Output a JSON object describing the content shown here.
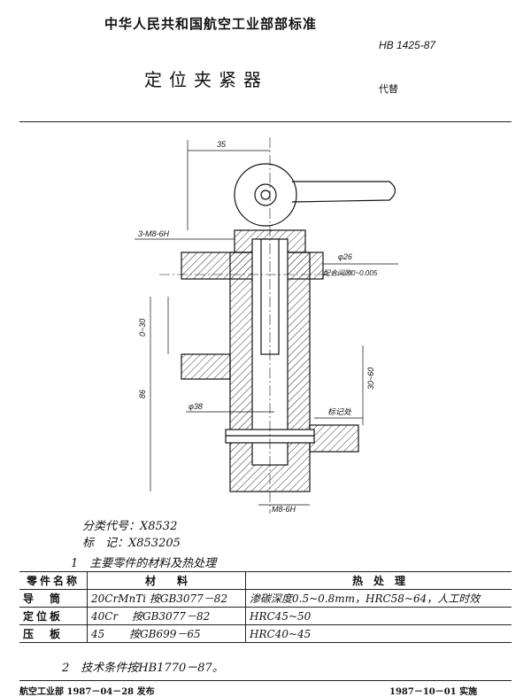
{
  "header": {
    "org": "中华人民共和国航空工业部部标准",
    "std_code": "HB 1425-87",
    "title": "定位夹紧器",
    "replace": "代替"
  },
  "drawing": {
    "dim_top": "35",
    "thread_top": "3-M8-6H",
    "dia_1": "φ26",
    "fit_note": "配合间隙0~0.005",
    "range_left": "0~30",
    "height_left": "86",
    "range_right": "30~60",
    "dia_2": "φ38",
    "callout": "标记处",
    "thread_bottom": "M8-6H"
  },
  "classification": {
    "code_line": "分类代号：X8532",
    "mark_line": "标　记：X853205"
  },
  "notes": {
    "n1": "1　主要零件的材料及热处理",
    "n2": "2　技术条件按HB1770－87。"
  },
  "materials": {
    "headers": [
      "零件名称",
      "材　　料",
      "热　处　理"
    ],
    "rows": [
      [
        "导　筒",
        "20CrMnTi 按GB3077－82",
        "渗碳深度0.5~0.8mm，HRC58~64，人工时效"
      ],
      [
        "定位板",
        "40Cr　 按GB3077－82",
        "HRC45~50"
      ],
      [
        "压　板",
        "45　　 按GB699－65",
        "HRC40~45"
      ]
    ]
  },
  "footer": {
    "issue": "航空工业部 1987－04－28 发布",
    "implement": "1987－10－01 实施"
  }
}
